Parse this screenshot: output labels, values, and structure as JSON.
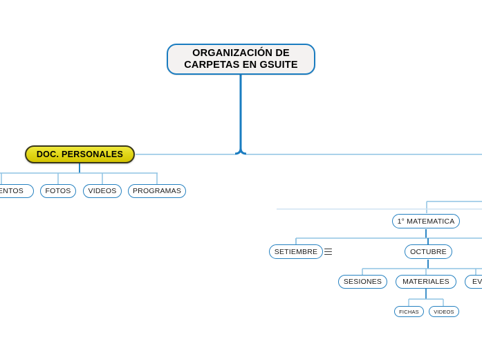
{
  "diagram": {
    "title": "ORGANIZACIÓN DE CARPETAS EN GSUITE",
    "type": "mind-map",
    "colors": {
      "root_border": "#1a7cc0",
      "root_fill": "#f4f2f1",
      "highlight_fill": "#e2d81a",
      "highlight_border": "#39371a",
      "pill_border": "#2480c0",
      "pill_fill": "#ffffff",
      "trunk_line": "#1a7cc0",
      "branch_line": "#8fc3e3"
    }
  },
  "root": {
    "line1": "ORGANIZACIÓN DE",
    "line2": "CARPETAS EN GSUITE"
  },
  "branches": {
    "personal": {
      "label": "DOC. PERSONALES",
      "children": [
        {
          "label": "MENTOS"
        },
        {
          "label": "FOTOS"
        },
        {
          "label": "VIDEOS"
        },
        {
          "label": "PROGRAMAS"
        }
      ]
    },
    "course": {
      "label": "1° MATEMATICA",
      "months": [
        {
          "label": "SETIEMBRE",
          "collapsed_icon": "hamburger-icon"
        },
        {
          "label": "OCTUBRE"
        }
      ],
      "octubre_children": [
        {
          "label": "SESIONES"
        },
        {
          "label": "MATERIALES"
        },
        {
          "label": "EV"
        }
      ],
      "materiales_children": [
        {
          "label": "FICHAS"
        },
        {
          "label": "VIDEOS"
        }
      ]
    }
  }
}
